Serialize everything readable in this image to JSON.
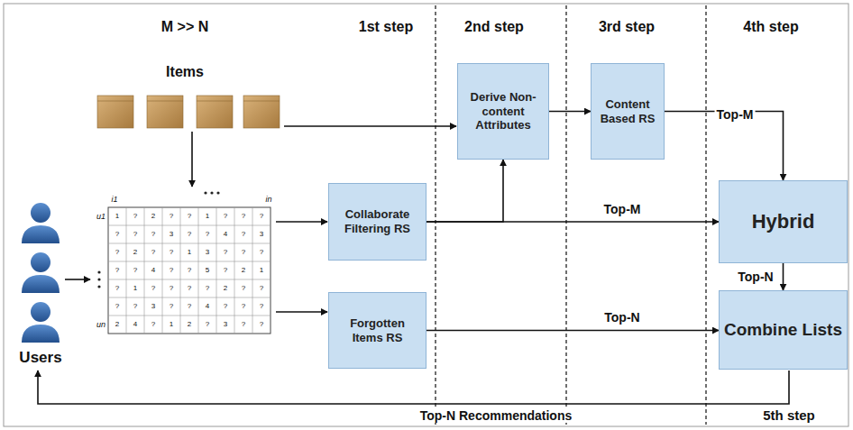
{
  "diagram": {
    "nodes": [
      {
        "text": [
          "Derive Non-content Attributes"
        ]
      },
      {
        "text": [
          "Content Based RS"
        ]
      },
      {
        "text": [
          "Collaborate Filtering RS"
        ]
      },
      {
        "text": [
          "Hybrid"
        ]
      },
      {
        "text": [
          "Forgotten Items RS"
        ]
      },
      {
        "text": [
          "Combine Lists"
        ]
      }
    ],
    "edges": [
      {
        "from": 2,
        "to": 3,
        "label": "Top-M",
        "arrow": "to"
      },
      {
        "from": 2,
        "to": 0,
        "arrow": "to"
      },
      {
        "from": 0,
        "to": 1,
        "arrow": "to"
      },
      {
        "from": 1,
        "to": 3,
        "label": "Top-M",
        "arrow": "to"
      },
      {
        "from": 3,
        "to": 5,
        "label": "Top-N",
        "arrow": "to"
      },
      {
        "from": 4,
        "to": 5,
        "label": "Top-N",
        "arrow": "to"
      }
    ],
    "labels": [
      "M >> N",
      "1st step",
      "2nd step",
      "3rd step",
      "4th step",
      "Items",
      "Users",
      "Top-N Recommendations",
      "5th step",
      "i1",
      "in",
      "u1",
      "un",
      "1",
      "?",
      "2",
      "?",
      "?",
      "1",
      "?",
      "?",
      "?",
      "?",
      "?",
      "?",
      "3",
      "?",
      "?",
      "4",
      "?",
      "3",
      "?",
      "2",
      "?",
      "?",
      "1",
      "3",
      "?",
      "?",
      "?",
      "?",
      "?",
      "4",
      "?",
      "?",
      "5",
      "?",
      "2",
      "1",
      "?",
      "1",
      "?",
      "?",
      "?",
      "?",
      "2",
      "?",
      "?",
      "?",
      "?",
      "3",
      "?",
      "?",
      "4",
      "?",
      "?",
      "?",
      "2",
      "4",
      "?",
      "1",
      "2",
      "?",
      "3",
      "?",
      "?"
    ]
  }
}
